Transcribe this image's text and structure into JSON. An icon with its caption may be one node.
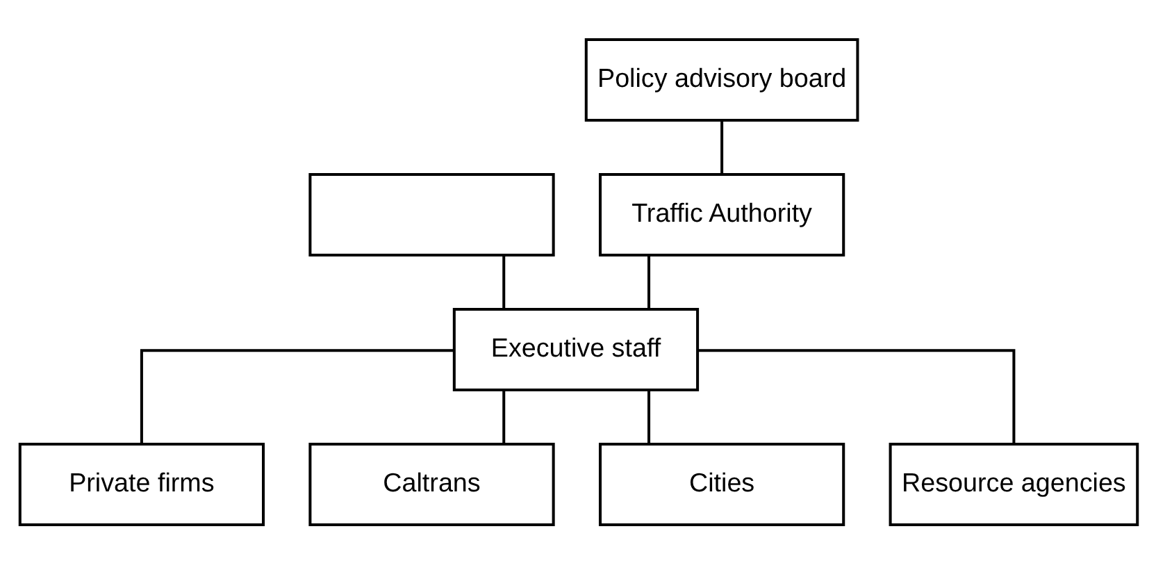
{
  "diagram": {
    "nodes": [
      {
        "text": [
          "Traffic Authority"
        ]
      },
      {
        "text": [
          "Policy advisory board"
        ]
      },
      {
        "text": [
          "Executive staff"
        ]
      },
      {
        "text": [],
        "shape": "box"
      },
      {
        "text": [
          "Private firms"
        ]
      },
      {
        "text": [
          "Caltrans"
        ]
      },
      {
        "text": [
          "Cities"
        ]
      },
      {
        "text": [
          "Resource agencies"
        ]
      }
    ],
    "edges": [
      {
        "from": 0,
        "to": 2,
        "arrow": "none"
      },
      {
        "from": 1,
        "to": 0,
        "arrow": "none"
      },
      {
        "from": 2,
        "to": 4,
        "arrow": "none"
      },
      {
        "from": 2,
        "to": 5,
        "arrow": "none"
      },
      {
        "from": 2,
        "to": 6,
        "arrow": "none"
      },
      {
        "from": 2,
        "to": 7,
        "arrow": "none"
      },
      {
        "from": 3,
        "to": 2,
        "arrow": "none"
      }
    ]
  }
}
